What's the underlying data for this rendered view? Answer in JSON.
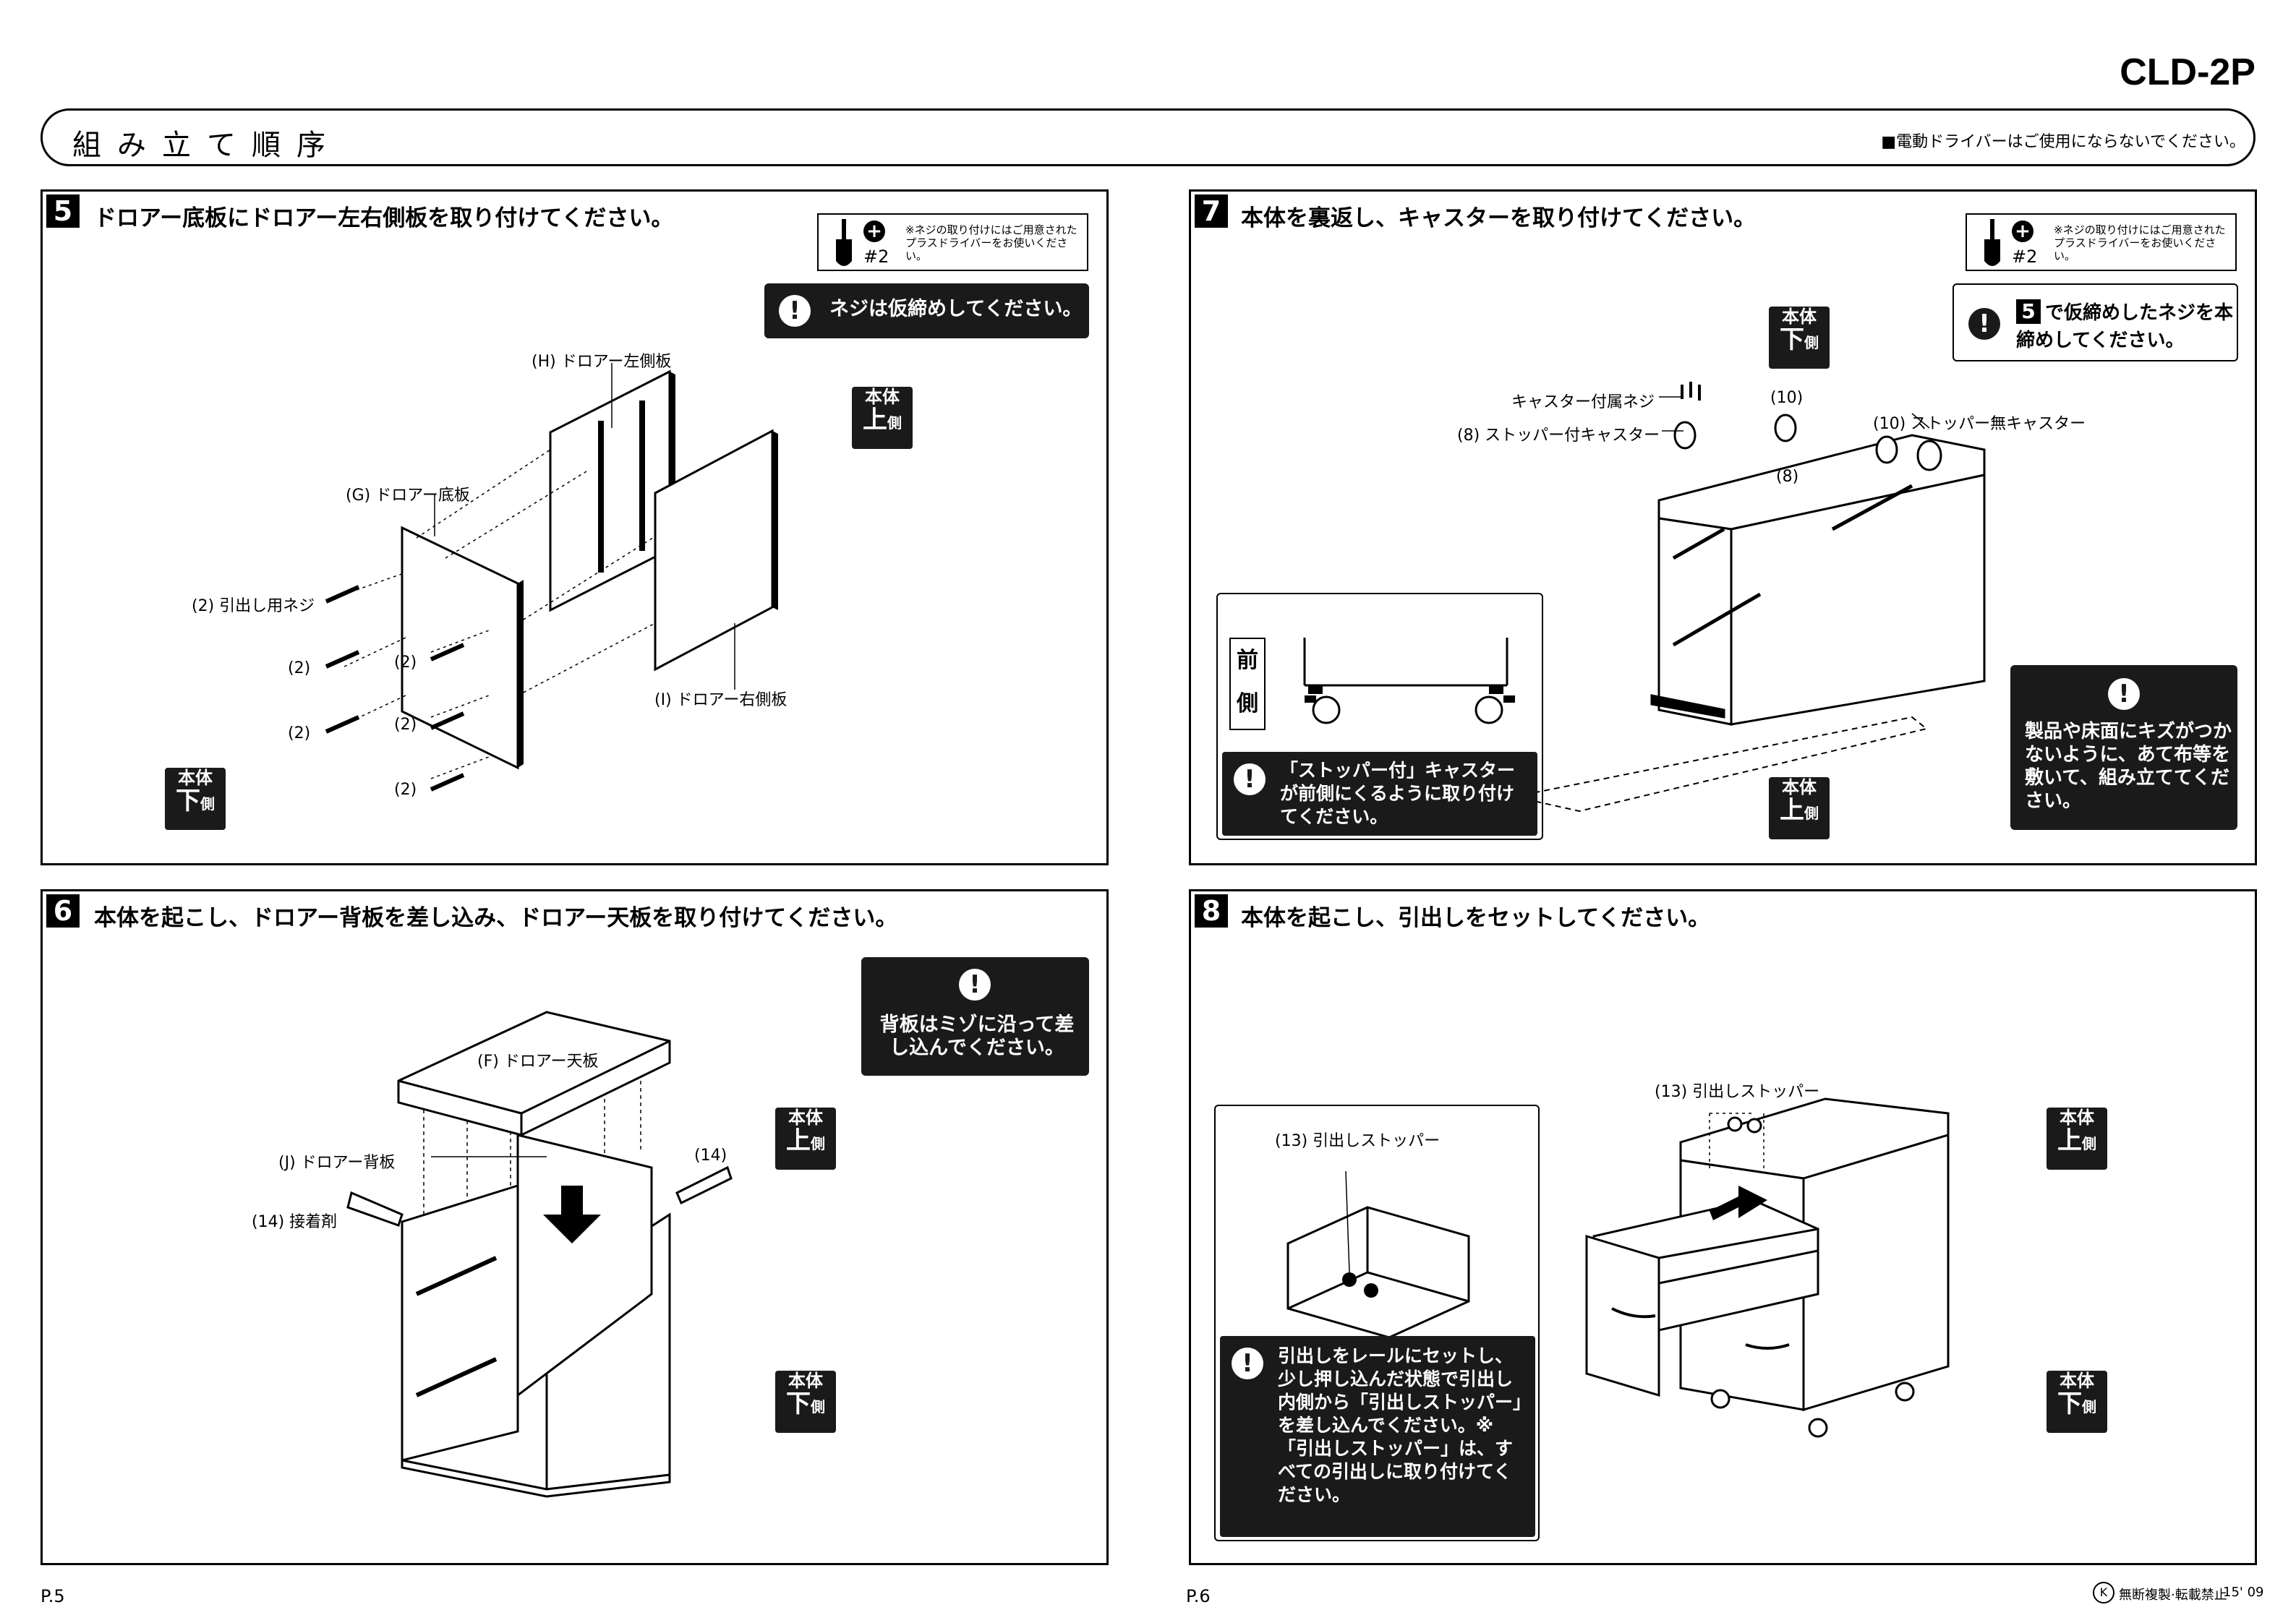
{
  "model": "CLD-2P",
  "header": {
    "title": "組み立て順序",
    "note": "■電動ドライバーはご使用にならないでください。"
  },
  "badge": {
    "hontai": "本体",
    "ue": "上",
    "shita": "下",
    "gawa": "側"
  },
  "tool": {
    "plus": "+",
    "size": "#2",
    "note": "※ネジの取り付けにはご用意されたプラスドライバーをお使いください。"
  },
  "step5": {
    "num": "5",
    "title": "ドロアー底板にドロアー左右側板を取り付けてください。",
    "warning": "ネジは仮締めしてください。",
    "labels": {
      "left_side": "(H) ドロアー左側板",
      "bottom": "(G) ドロアー底板",
      "screw": "(2) 引出し用ネジ",
      "right_side": "(I) ドロアー右側板",
      "screw_ref": "(2)"
    }
  },
  "step6": {
    "num": "6",
    "title": "本体を起こし、ドロアー背板を差し込み、ドロアー天板を取り付けてください。",
    "warning": "背板はミゾに沿って差し込んでください。",
    "labels": {
      "top": "(F) ドロアー天板",
      "back": "(J) ドロアー背板",
      "glue": "(14) 接着剤",
      "glue_ref": "(14)"
    }
  },
  "step7": {
    "num": "7",
    "title": "本体を裏返し、キャスターを取り付けてください。",
    "warning_num": "5",
    "warning": "で仮締めしたネジを本締めしてください。",
    "labels": {
      "caster_screw": "キャスター付属ネジ",
      "stopper_caster": "(8) ストッパー付キャスター",
      "ref10": "(10)",
      "no_stopper_caster": "(10) ストッパー無キャスター",
      "ref8": "(8)"
    },
    "front_label": [
      "前",
      "側"
    ],
    "inset_warning": "「ストッパー付」キャスターが前側にくるように取り付けてください。",
    "floor_warning": "製品や床面にキズがつかないように、あて布等を敷いて、組み立ててください。"
  },
  "step8": {
    "num": "8",
    "title": "本体を起こし、引出しをセットしてください。",
    "labels": {
      "stopper": "(13) 引出しストッパー"
    },
    "warning": "引出しをレールにセットし、少し押し込んだ状態で引出し内側から「引出しストッパー」を差し込んでください。※「引出しストッパー」は、すべての引出しに取り付けてください。"
  },
  "footer": {
    "p5": "P.5",
    "p6": "P.6",
    "note": "無断複製·転載禁止",
    "date": "15' 09",
    "k": "K"
  }
}
